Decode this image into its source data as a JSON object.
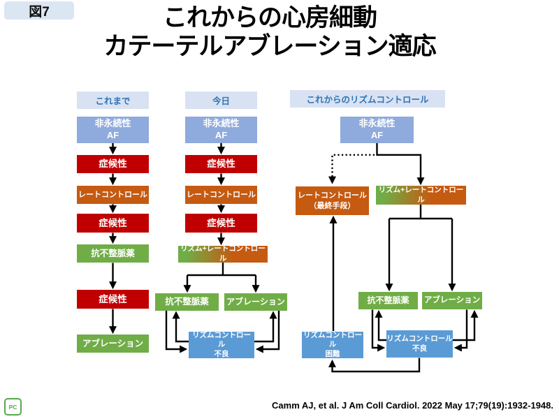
{
  "figure_label": "図7",
  "title": {
    "line1": "これからの心房細動",
    "line2": "カテーテルアブレーション適応"
  },
  "columns": {
    "past": {
      "header": "これまで"
    },
    "today": {
      "header": "今日"
    },
    "future": {
      "header": "これからのリズムコントロール"
    }
  },
  "nodes": {
    "past_af": "非永続性\nAF",
    "past_sym1": "症候性",
    "past_rate": "レートコントロール",
    "past_sym2": "症候性",
    "past_aad": "抗不整脈薬",
    "past_sym3": "症候性",
    "past_abl": "アブレーション",
    "today_af": "非永続性\nAF",
    "today_sym1": "症候性",
    "today_rate": "レートコントロール",
    "today_sym2": "症候性",
    "today_rhythm": "リズム+レートコントロール",
    "today_aad": "抗不整脈薬",
    "today_abl": "アブレーション",
    "today_poor": "リズムコントロール\n不良",
    "future_af": "非永続性\nAF",
    "future_rate_last": "レートコントロール\n（最終手段）",
    "future_rhythm": "リズム+レートコントロール",
    "future_aad": "抗不整脈薬",
    "future_abl": "アブレーション",
    "future_difficult": "リズムコントロール\n困難",
    "future_poor": "リズムコントロール\n不良"
  },
  "citation": "Camm AJ,  et al. J Am Coll Cardiol. 2022 May 17;79(19):1932-1948.",
  "logo_text": "PC",
  "colors": {
    "box_blue": "#8faadc",
    "box_red": "#c00000",
    "box_orange": "#c55a11",
    "box_green": "#70ad47",
    "box_sky": "#5b9bd5",
    "gradient_left": "#70ad47",
    "gradient_right": "#c55a11",
    "header_bg": "#d9e2f3",
    "header_text": "#2e75b6",
    "badge_bg": "#dbe6f3",
    "arrow": "#000000",
    "logo_green": "#55a94c"
  }
}
